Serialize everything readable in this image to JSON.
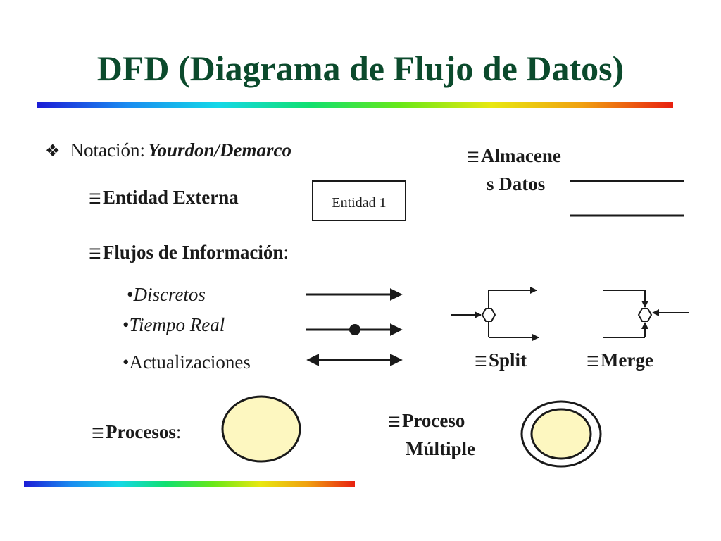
{
  "title": "DFD (Diagrama de Flujo de Datos)",
  "notation": {
    "bullet_icon": "diamond-four-icon",
    "label": "Notación:",
    "value": "Yourdon/Demarco"
  },
  "item_glyph": "☰",
  "external_entity": {
    "label": "Entidad Externa",
    "box_text": "Entidad 1"
  },
  "data_stores": {
    "line1": "Almacene",
    "line2": "s Datos"
  },
  "flows": {
    "label": "Flujos de Información",
    "colon": ":",
    "types": [
      {
        "bullet": "•",
        "text": "Discretos"
      },
      {
        "bullet": "•",
        "text": "Tiempo Real"
      },
      {
        "bullet": "•",
        "text": "Actualizaciones"
      }
    ]
  },
  "split": {
    "label": "Split"
  },
  "merge": {
    "label": "Merge"
  },
  "processes": {
    "label": "Procesos",
    "colon": ":",
    "fill": "#fdf7c0"
  },
  "multiple_process": {
    "line1": "Proceso",
    "line2": "Múltiple",
    "fill": "#fdf7c0"
  },
  "colors": {
    "title": "#0b4a2c",
    "stroke": "#1a1a1a"
  }
}
